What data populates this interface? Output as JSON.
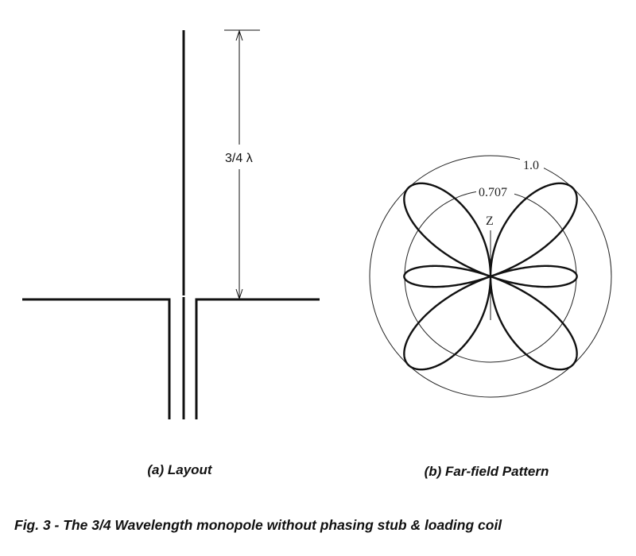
{
  "layout": {
    "dimension_label": "3/4 λ",
    "caption": "(a) Layout"
  },
  "pattern": {
    "outer_ring_label": "1.0",
    "inner_ring_label": "0.707",
    "axis_label": "Z",
    "caption": "(b) Far-field Pattern",
    "antenna_length_wavelengths": 0.75,
    "ring_values": [
      1.0,
      0.707
    ]
  },
  "figure_caption": "Fig. 3 - The 3/4 Wavelength monopole without phasing stub & loading coil",
  "colors": {
    "line": "#111111",
    "label": "#222222"
  }
}
